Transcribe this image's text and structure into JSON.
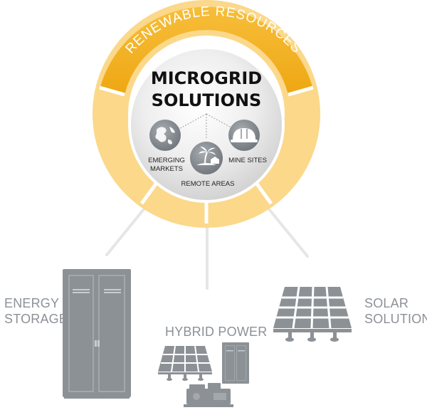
{
  "ring": {
    "title": "RENEWABLE RESOURCES",
    "center_title_line1": "MICROGRID",
    "center_title_line2": "SOLUTIONS",
    "sites": {
      "emerging_line1": "EMERGING",
      "emerging_line2": "MARKETS",
      "remote": "REMOTE AREAS",
      "mine": "MINE SITES"
    }
  },
  "outputs": {
    "energy_storage_line1": "ENERGY",
    "energy_storage_line2": "STORAGE",
    "hybrid_power": "HYBRID POWER",
    "solar_line1": "SOLAR",
    "solar_line2": "SOLUTIONS"
  },
  "colors": {
    "ring_dark": "#f2ae1c",
    "ring_light": "#fbd88a",
    "center": "#e9e9e9",
    "equipment": "#8c9196"
  }
}
